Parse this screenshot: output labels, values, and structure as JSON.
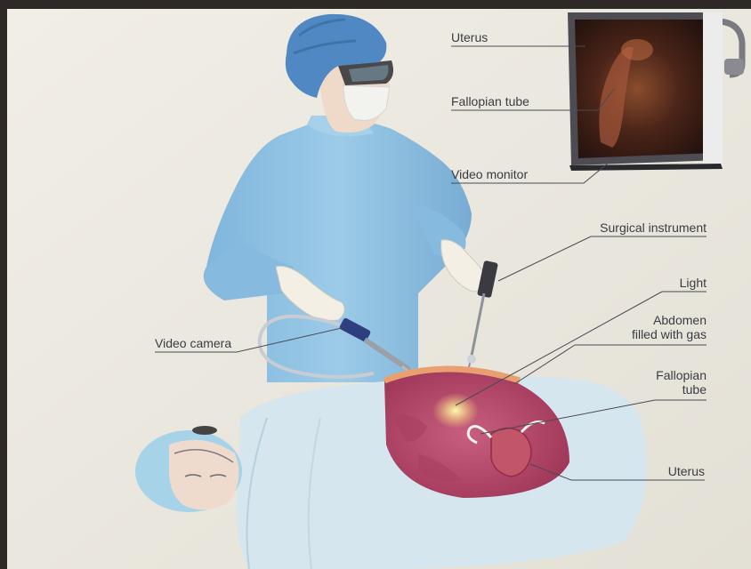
{
  "labels": {
    "uterus_monitor": "Uterus",
    "fallopian_monitor": "Fallopian tube",
    "video_monitor": "Video monitor",
    "surgical_instrument": "Surgical instrument",
    "light": "Light",
    "abdomen_line1": "Abdomen",
    "abdomen_line2": "filled with gas",
    "fallopian_patient_line1": "Fallopian",
    "fallopian_patient_line2": "tube",
    "video_camera": "Video camera",
    "uterus_patient": "Uterus"
  },
  "colors": {
    "paper": "#ece9df",
    "gown": "#8fc3e4",
    "gown_shade": "#6ea9d0",
    "cap": "#4b84bf",
    "glove": "#f3efe4",
    "drape": "#d6e6ee",
    "tissue": "#b24a6c",
    "abdomen_wall": "#e08a6a",
    "monitor_frame": "#5a5a5e",
    "leader_line": "#4a4a55"
  }
}
